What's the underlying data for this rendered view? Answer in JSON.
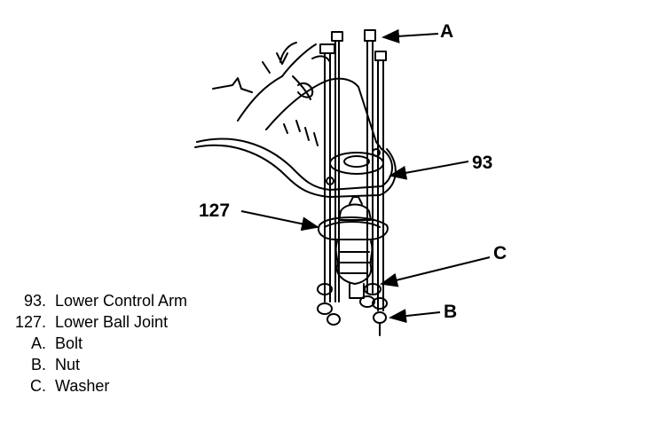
{
  "callouts": {
    "a": "A",
    "b": "B",
    "c": "C",
    "n93": "93",
    "n127": "127"
  },
  "legend": [
    {
      "num": "93.",
      "label": "Lower Control Arm"
    },
    {
      "num": "127.",
      "label": "Lower Ball Joint"
    },
    {
      "num": "A.",
      "label": "Bolt"
    },
    {
      "num": "B.",
      "label": "Nut"
    },
    {
      "num": "C.",
      "label": "Washer"
    }
  ]
}
